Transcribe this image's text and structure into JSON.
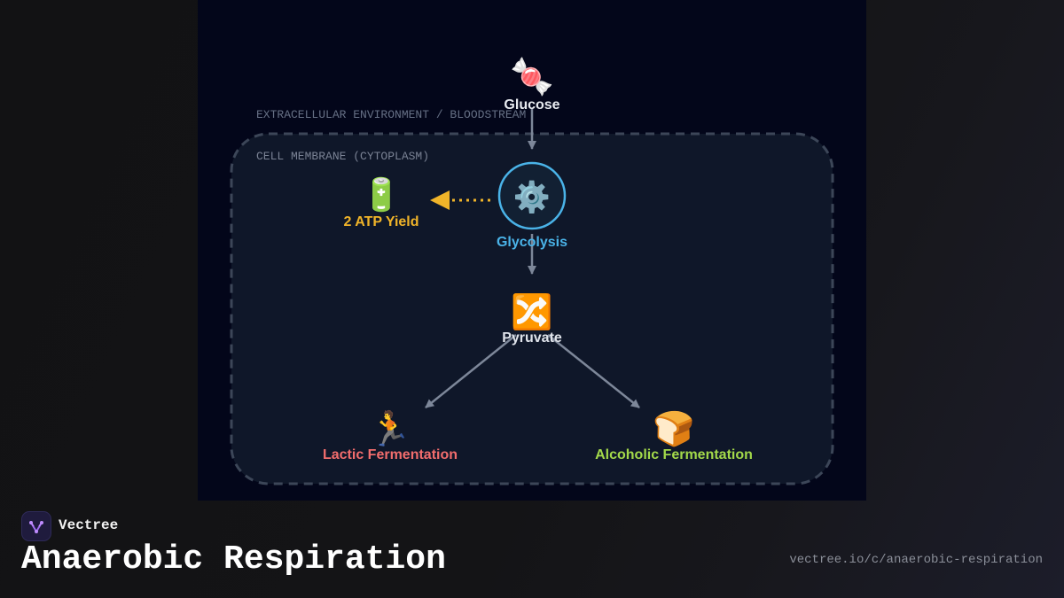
{
  "diagram": {
    "outer_label": "EXTRACELLULAR ENVIRONMENT / BLOODSTREAM",
    "membrane_label": "CELL MEMBRANE (CYTOPLASM)",
    "nodes": {
      "glucose": {
        "label": "Glucose",
        "icon": "🍬"
      },
      "glycolysis": {
        "label": "Glycolysis",
        "icon": "⚙️"
      },
      "atp": {
        "label": "2 ATP Yield",
        "icon": "🔋"
      },
      "pyruvate": {
        "label": "Pyruvate",
        "icon": "🔀"
      },
      "lactic": {
        "label": "Lactic Fermentation",
        "icon": "🏃"
      },
      "alcoholic": {
        "label": "Alcoholic Fermentation",
        "icon": "🍞"
      }
    },
    "colors": {
      "glycolysis": "#4ab3e8",
      "atp": "#f0b429",
      "lactic": "#f26d6d",
      "alcoholic": "#a3d94a",
      "arrow": "#7d8799"
    }
  },
  "footer": {
    "brand_name": "Vectree",
    "title": "Anaerobic Respiration",
    "url": "vectree.io/c/anaerobic-respiration"
  }
}
